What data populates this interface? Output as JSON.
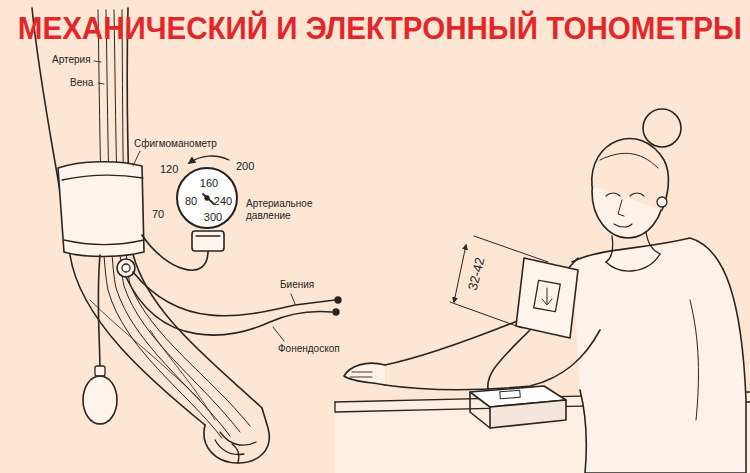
{
  "diagram": {
    "title": "МЕХАНИЧЕСКИЙ И ЭЛЕКТРОННЫЙ ТОНОМЕТРЫ",
    "nodes": [
      {
        "text": [
          "160",
          "80",
          "240",
          "300"
        ]
      }
    ],
    "labels": [
      "Артерия",
      "Вена",
      "Сфигмоманометр",
      "120",
      "200",
      "70",
      "Артериальное давление",
      "Биения",
      "Фонендоскоп",
      "32-42"
    ]
  }
}
